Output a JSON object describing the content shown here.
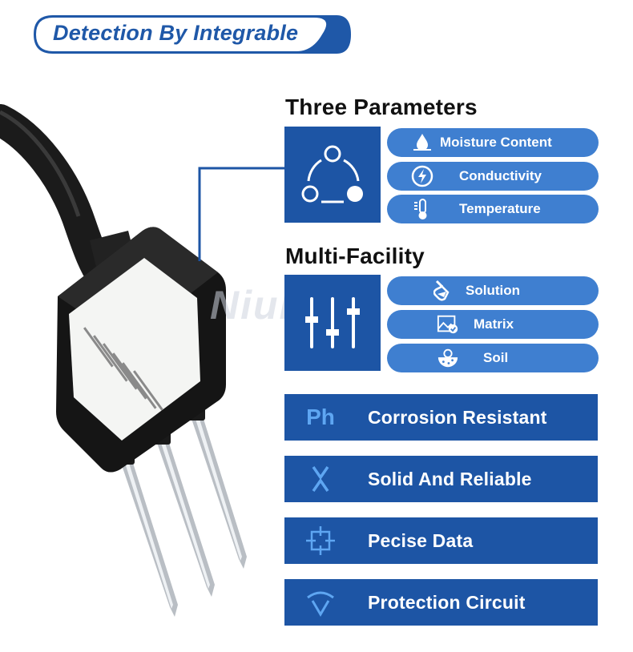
{
  "header": {
    "title": "Detection By Integrable"
  },
  "watermark": {
    "brand": "NiuBoL"
  },
  "three_parameters": {
    "title": "Three Parameters",
    "icon": "cycle-nodes-icon",
    "items": [
      {
        "label": "Moisture Content",
        "icon": "water-drop-icon"
      },
      {
        "label": "Conductivity",
        "icon": "lightning-bolt-icon"
      },
      {
        "label": "Temperature",
        "icon": "thermometer-icon"
      }
    ]
  },
  "multi_facility": {
    "title": "Multi-Facility",
    "icon": "sliders-icon",
    "items": [
      {
        "label": "Solution",
        "icon": "test-tube-icon"
      },
      {
        "label": "Matrix",
        "icon": "picture-check-icon"
      },
      {
        "label": "Soil",
        "icon": "soil-bowl-icon"
      }
    ]
  },
  "features": [
    {
      "label": "Corrosion Resistant",
      "icon_text": "Ph",
      "icon": "ph-icon"
    },
    {
      "label": "Solid And Reliable",
      "icon": "arrows-converge-icon"
    },
    {
      "label": "Pecise Data",
      "icon": "crosshair-square-icon"
    },
    {
      "label": "Protection Circuit",
      "icon": "shield-arc-icon"
    }
  ],
  "colors": {
    "brand_blue": "#1d55a5",
    "pill_blue": "#3f7fd0",
    "accent_light_blue": "#5ea6f2"
  }
}
